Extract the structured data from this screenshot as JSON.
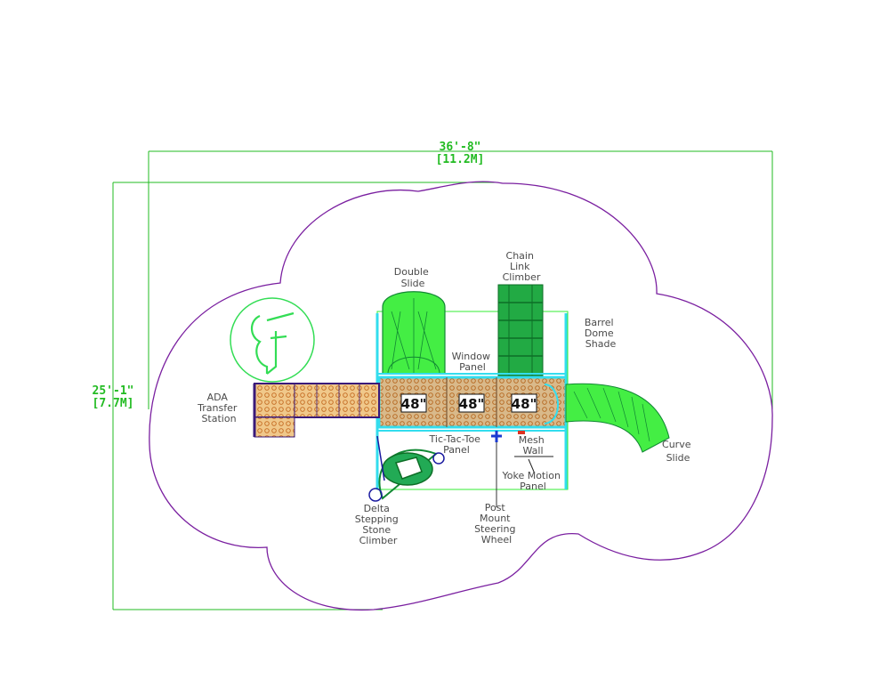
{
  "dimensions": {
    "width_ft": "36'-8\"",
    "width_m": "[11.2M]",
    "depth_ft": "25'-1\"",
    "depth_m": "[7.7M]"
  },
  "deck_heights": [
    "48\"",
    "48\"",
    "48\""
  ],
  "labels": {
    "double_slide": [
      "Double",
      "Slide"
    ],
    "chain_link_climber": [
      "Chain",
      "Link",
      "Climber"
    ],
    "barrel_dome_shade": [
      "Barrel",
      "Dome",
      "Shade"
    ],
    "window_panel": [
      "Window",
      "Panel"
    ],
    "ada_transfer_station": [
      "ADA",
      "Transfer",
      "Station"
    ],
    "tic_tac_toe_panel": [
      "Tic-Tac-Toe",
      "Panel"
    ],
    "mesh_wall": [
      "Mesh",
      "Wall"
    ],
    "yoke_motion_panel": [
      "Yoke Motion",
      "Panel"
    ],
    "curve_slide": [
      "Curve",
      "Slide"
    ],
    "delta_stepping_stone_climber": [
      "Delta",
      "Stepping",
      "Stone",
      "Climber"
    ],
    "post_mount_steering_wheel": [
      "Post",
      "Mount",
      "Steering",
      "Wheel"
    ]
  },
  "colors": {
    "dimension": "#22bb22",
    "boundary": "#7a1fa0",
    "frame_cyan": "#33ddee",
    "slide_green": "#33ee33",
    "climber_green": "#118833",
    "deck_tan": "#d9b98a",
    "dot_brown": "#b5651d",
    "ada_purple": "#3a1a7a"
  }
}
